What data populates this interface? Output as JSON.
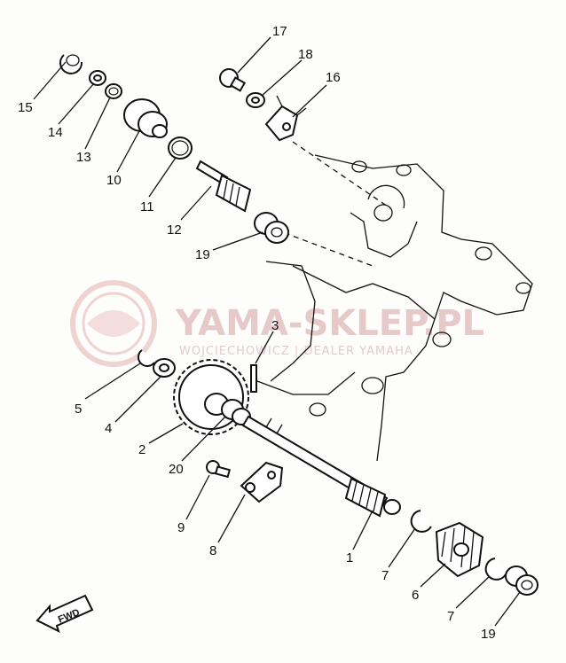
{
  "watermark": {
    "brand": "YAMA-SKLEP.PL",
    "subline": "WOJCIECHOWICZ | DEALER YAMAHA",
    "accent_color": "#d9a3a3"
  },
  "fwd_label": "FWD",
  "callouts": [
    {
      "id": "c17",
      "text": "17"
    },
    {
      "id": "c18",
      "text": "18"
    },
    {
      "id": "c16",
      "text": "16"
    },
    {
      "id": "c15",
      "text": "15"
    },
    {
      "id": "c14",
      "text": "14"
    },
    {
      "id": "c13",
      "text": "13"
    },
    {
      "id": "c10",
      "text": "10"
    },
    {
      "id": "c11",
      "text": "11"
    },
    {
      "id": "c12",
      "text": "12"
    },
    {
      "id": "c19a",
      "text": "19"
    },
    {
      "id": "c3",
      "text": "3"
    },
    {
      "id": "c5",
      "text": "5"
    },
    {
      "id": "c4",
      "text": "4"
    },
    {
      "id": "c2",
      "text": "2"
    },
    {
      "id": "c20",
      "text": "20"
    },
    {
      "id": "c9",
      "text": "9"
    },
    {
      "id": "c8",
      "text": "8"
    },
    {
      "id": "c1",
      "text": "1"
    },
    {
      "id": "c7a",
      "text": "7"
    },
    {
      "id": "c6",
      "text": "6"
    },
    {
      "id": "c7b",
      "text": "7"
    },
    {
      "id": "c19b",
      "text": "19"
    }
  ]
}
